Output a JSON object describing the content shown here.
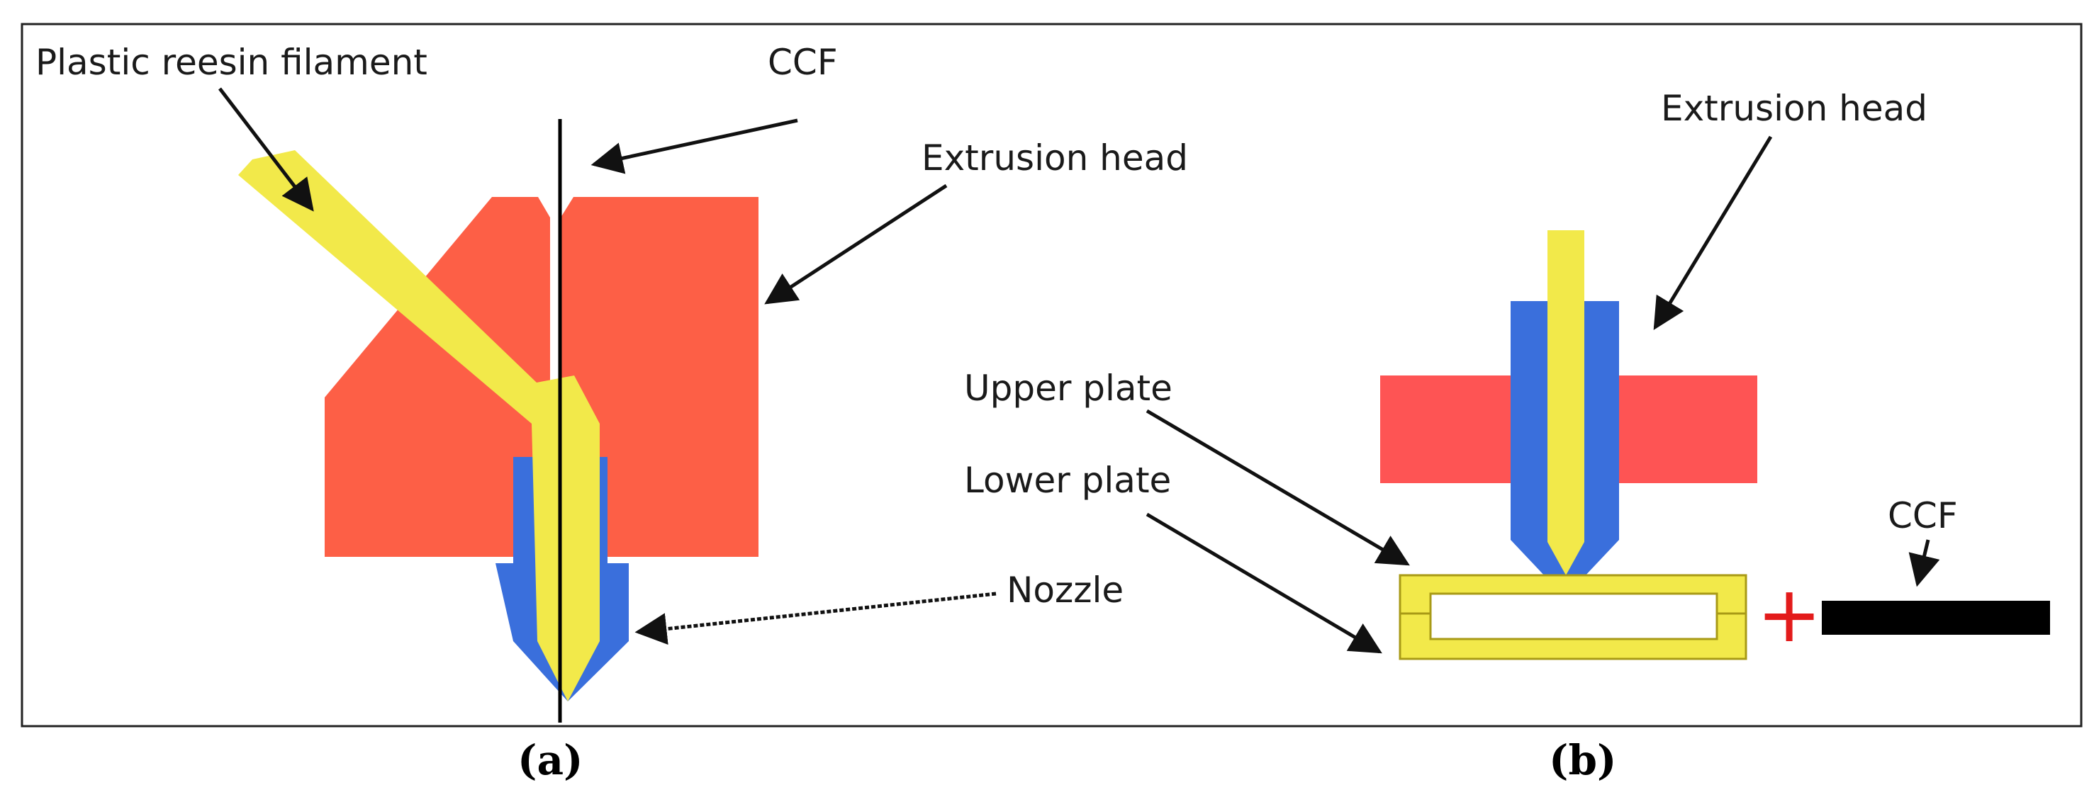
{
  "labels": {
    "a_filament": "Plastic reesin filament",
    "a_ccf": "CCF",
    "a_extrusion_head": "Extrusion head",
    "a_nozzle": "Nozzle",
    "b_extrusion_head": "Extrusion head",
    "b_upper_plate": "Upper plate",
    "b_lower_plate": "Lower plate",
    "b_ccf": "CCF",
    "b_plus": "+"
  },
  "captions": {
    "a": "(a)",
    "b": "(b)"
  },
  "colors": {
    "extrusion_head_a": "#fd5f46",
    "extrusion_head_b": "#fe5454",
    "filament": "#f2e94a",
    "nozzle": "#3a6fdc",
    "ccf": "#000000",
    "plus_sign": "#e31b1b",
    "plate_outline": "#a89a16"
  }
}
